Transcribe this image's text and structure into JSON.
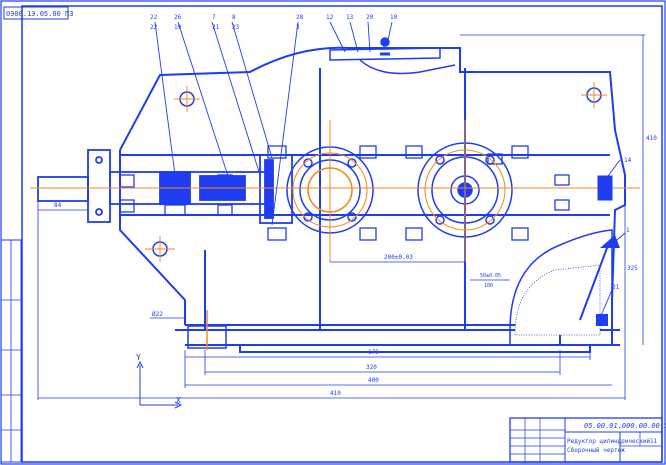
{
  "drawing": {
    "corner_stamp": "0Э00.1Э.05.00 ПЗ",
    "title_block": {
      "code": "05.00.01.000.00.00 СБ",
      "title_line1": "Редуктор цилиндрический",
      "title_line2": "Сборочный чертеж",
      "sheet": "11"
    },
    "callouts": [
      "22",
      "26",
      "19",
      "22",
      "7",
      "8",
      "28",
      "12",
      "13",
      "20",
      "10",
      "3",
      "14",
      "21",
      "23",
      "1",
      "21"
    ],
    "dimensions": {
      "shaft_end": "84",
      "center_distance": "200±0.03",
      "height_right": "410",
      "depth_right": "325",
      "base_h1": "175",
      "base_h2": "320",
      "base_h3": "400",
      "base_h4": "410",
      "left_foot": "Ø22",
      "right_note": "50±0.05",
      "right_note_2": "100"
    },
    "axes": {
      "y": "Y",
      "x": "X"
    },
    "colors": {
      "line": "#1f3cf0",
      "aux": "#f08a1e",
      "background": "#ffffff"
    }
  }
}
